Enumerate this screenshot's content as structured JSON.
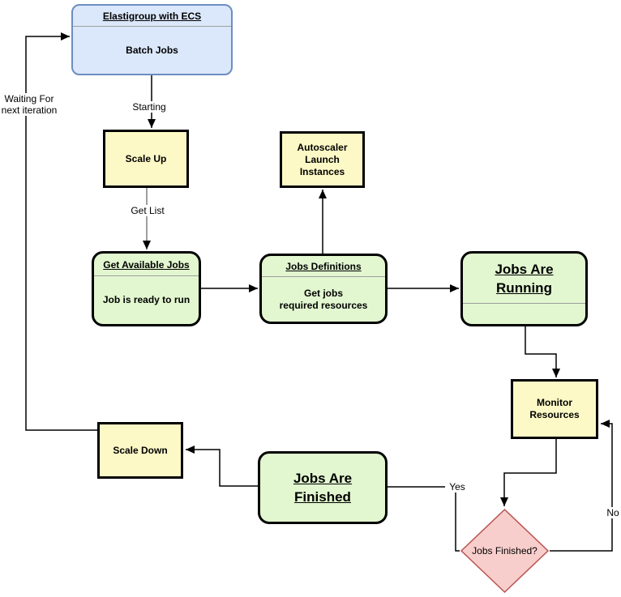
{
  "colors": {
    "blue_fill": "#dbe8fb",
    "blue_border": "#6c8ebf",
    "yellow_fill": "#fdf9c6",
    "green_fill": "#e2f7d0",
    "red_fill": "#f8cecc",
    "red_border": "#b85450",
    "box_border": "#000000",
    "divider": "#9e9e9e",
    "edge": "#000000",
    "edge_gray": "#7f7f7f"
  },
  "nodes": {
    "elastigroup": {
      "title": "Elastigroup with ECS",
      "body": "Batch Jobs"
    },
    "scale_up": {
      "label": "Scale Up"
    },
    "autoscaler": {
      "lines": [
        "Autoscaler",
        "Launch",
        "Instances"
      ]
    },
    "get_available_jobs": {
      "title": "Get Available Jobs",
      "body": "Job is ready to run"
    },
    "jobs_definitions": {
      "title": "Jobs Definitions",
      "body_lines": [
        "Get jobs",
        "required resources"
      ]
    },
    "jobs_running": {
      "title_lines": [
        "Jobs Are",
        "Running"
      ]
    },
    "monitor": {
      "lines": [
        "Monitor",
        "Resources"
      ]
    },
    "jobs_finished_decision": {
      "label": "Jobs Finished?"
    },
    "jobs_finished": {
      "title_lines": [
        "Jobs Are",
        "Finished"
      ]
    },
    "scale_down": {
      "label": "Scale Down"
    }
  },
  "edge_labels": {
    "starting": "Starting",
    "get_list": "Get List",
    "waiting_lines": [
      "Waiting For",
      "next iteration"
    ],
    "yes": "Yes",
    "no": "No"
  }
}
